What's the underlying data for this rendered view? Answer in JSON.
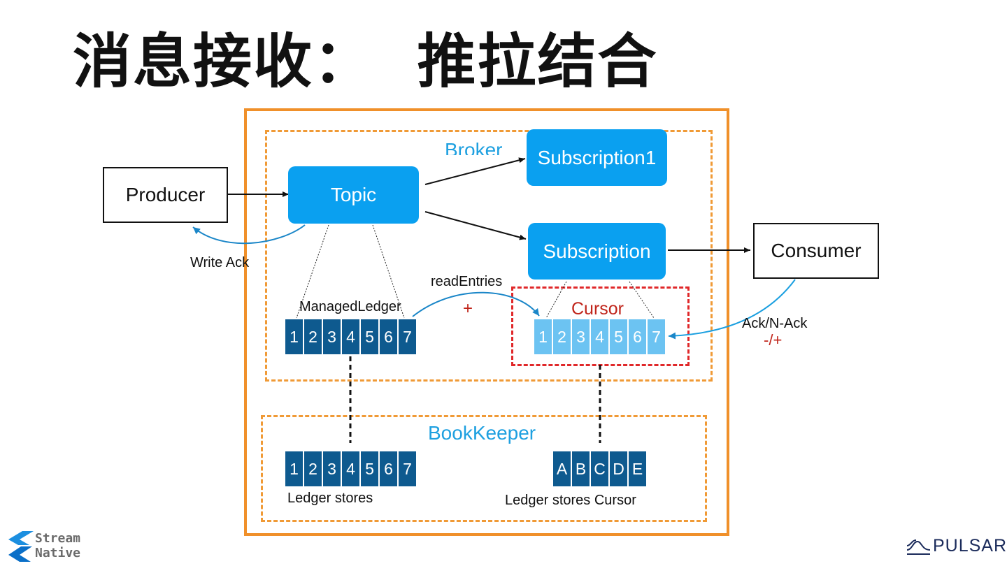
{
  "title": "消息接收：  推拉结合",
  "diagram": {
    "broker_label": "Broker",
    "bookkeeper_label": "BookKeeper",
    "producer": "Producer",
    "consumer": "Consumer",
    "topic": "Topic",
    "subscription1": "Subscription1",
    "subscription": "Subscription",
    "write_ack": "Write Ack",
    "read_entries": "readEntries",
    "plus_sign": "+",
    "managed_ledger": "ManagedLedger",
    "cursor": "Cursor",
    "ack_nack": "Ack/N-Ack",
    "minus_plus": "-/+",
    "managed_ledger_entries": [
      "1",
      "2",
      "3",
      "4",
      "5",
      "6",
      "7"
    ],
    "cursor_entries": [
      "1",
      "2",
      "3",
      "4",
      "5",
      "6",
      "7"
    ],
    "ledger_entries": [
      "1",
      "2",
      "3",
      "4",
      "5",
      "6",
      "7"
    ],
    "cursor_ledger_entries": [
      "A",
      "B",
      "C",
      "D",
      "E"
    ],
    "ledger_stores": "Ledger stores",
    "ledger_stores_cursor": "Ledger stores Cursor"
  },
  "branding": {
    "streamnative_line1": "Stream",
    "streamnative_line2": "Native",
    "pulsar": "PULSAR"
  },
  "colors": {
    "accent_blue": "#0aa0f0",
    "orange": "#f0902a",
    "red": "#e0282a",
    "dark_cell": "#0e5a8f",
    "light_cell": "#6cc3f2"
  }
}
